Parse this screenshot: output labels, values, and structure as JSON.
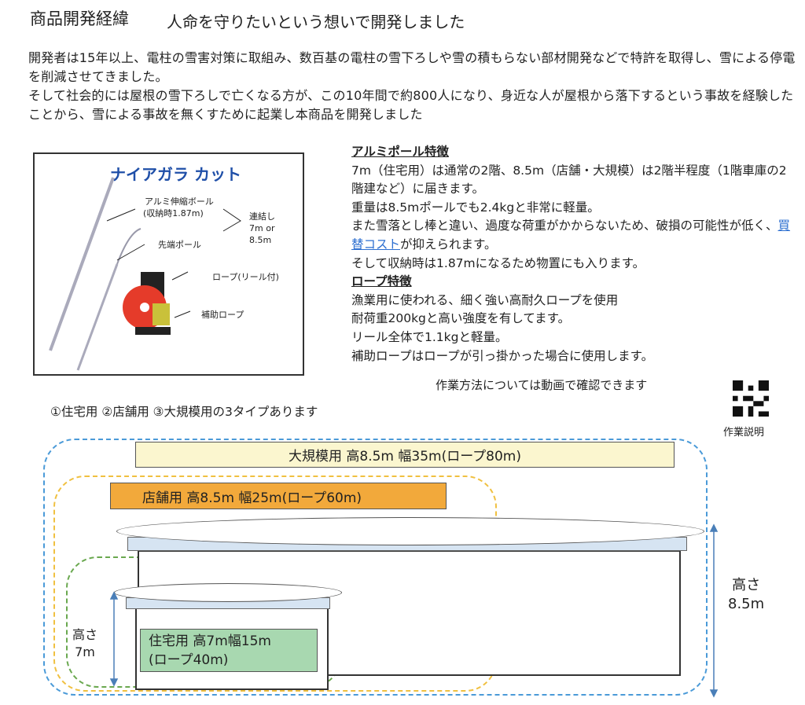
{
  "header": {
    "title": "商品開発経緯",
    "subtitle": "人命を守りたいという想いで開発しました"
  },
  "intro": [
    "開発者は15年以上、電柱の雪害対策に取組み、数百基の電柱の雪下ろしや雪の積もらない部材開発などで特許を取得し、雪による停電を削減させてきました。",
    "そして社会的には屋根の雪下ろしで亡くなる方が、この10年間で約800人になり、身近な人が屋根から落下するという事故を経験したことから、雪による事故を無くすために起業し本商品を開発しました"
  ],
  "product": {
    "name": "ナイアガラ カット",
    "pole_label": "アルミ伸縮ボール",
    "pole_stored": "(収納時1.87m)",
    "tip_label": "先端ポール",
    "connect": [
      "連結し",
      "7m or",
      "8.5m"
    ],
    "rope_label": "ロープ(リール付)",
    "aux_label": "補助ロープ"
  },
  "features": {
    "pole_heading": "アルミポール特徴",
    "pole_lines": [
      "7m（住宅用）は通常の2階、8.5m（店舗・大規模）は2階半程度（1階車庫の2階建など）に届きます。",
      "重量は8.5mポールでも2.4kgと非常に軽量。",
      "また雪落とし棒と違い、過度な荷重がかからないため、破損の可能性が低く、",
      "が抑えられます。",
      "そして収納時は1.87mになるため物置にも入ります。"
    ],
    "link_text": "買替コスト",
    "rope_heading": "ロープ特徴",
    "rope_lines": [
      "漁業用に使われる、細く強い高耐久ロープを使用",
      "耐荷重200kgと高い強度を有してます。",
      "リール全体で1.1kgと軽量。",
      "補助ロープはロープが引っ掛かった場合に使用します。"
    ]
  },
  "video": {
    "text": "作業方法については動画で確認できます",
    "qr_label": "作業説明"
  },
  "types_text": "①住宅用 ②店舗用 ③大規模用の3タイプあります",
  "diagram": {
    "large": "大規模用 高8.5m 幅35m(ロープ80m)",
    "shop": "店舗用 高8.5m 幅25m(ロープ60m)",
    "house": [
      "住宅用 高7m幅15m",
      "(ロープ40m)"
    ],
    "height_small": [
      "高さ",
      "7m"
    ],
    "height_large": [
      "高さ",
      "8.5m"
    ],
    "colors": {
      "large": "#fbf6cf",
      "shop": "#f2a93b",
      "house": "#a8d8b0",
      "blue": "#4a9ad8",
      "yellow": "#f0c040",
      "green": "#6aa84f"
    }
  }
}
